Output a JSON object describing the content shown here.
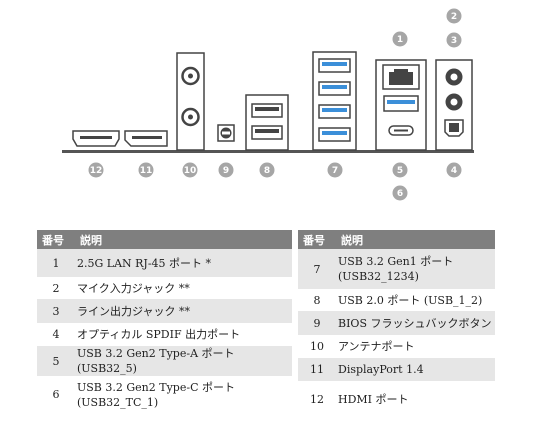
{
  "callouts": [
    "1",
    "2",
    "3",
    "4",
    "5",
    "6",
    "7",
    "8",
    "9",
    "10",
    "11",
    "12"
  ],
  "table": {
    "header_no": "番号",
    "header_desc": "説明",
    "left_rows": [
      {
        "no": "1",
        "desc": "2.5G LAN RJ-45 ポート *"
      },
      {
        "no": "2",
        "desc": "マイク入力ジャック **"
      },
      {
        "no": "3",
        "desc": "ライン出力ジャック **"
      },
      {
        "no": "4",
        "desc": "オプティカル SPDIF 出力ポート"
      },
      {
        "no": "5",
        "desc": "USB 3.2 Gen2 Type-A ポート (USB32_5)"
      },
      {
        "no": "6",
        "desc": "USB 3.2 Gen2 Type-C ポート (USB32_TC_1)"
      }
    ],
    "right_rows": [
      {
        "no": "7",
        "desc": "USB 3.2 Gen1 ポート (USB32_1234)"
      },
      {
        "no": "8",
        "desc": "USB 2.0 ポート (USB_1_2)"
      },
      {
        "no": "9",
        "desc": "BIOS フラッシュバックボタン"
      },
      {
        "no": "10",
        "desc": "アンテナポート"
      },
      {
        "no": "11",
        "desc": "DisplayPort 1.4"
      },
      {
        "no": "12",
        "desc": "HDMI ポート"
      }
    ]
  },
  "colors": {
    "callout": "#a6a6a6",
    "usb3_blue": "#3b8fd9",
    "line": "#555555",
    "header_bg": "#7f7f7f",
    "row_bg": "#e6e6e6"
  }
}
